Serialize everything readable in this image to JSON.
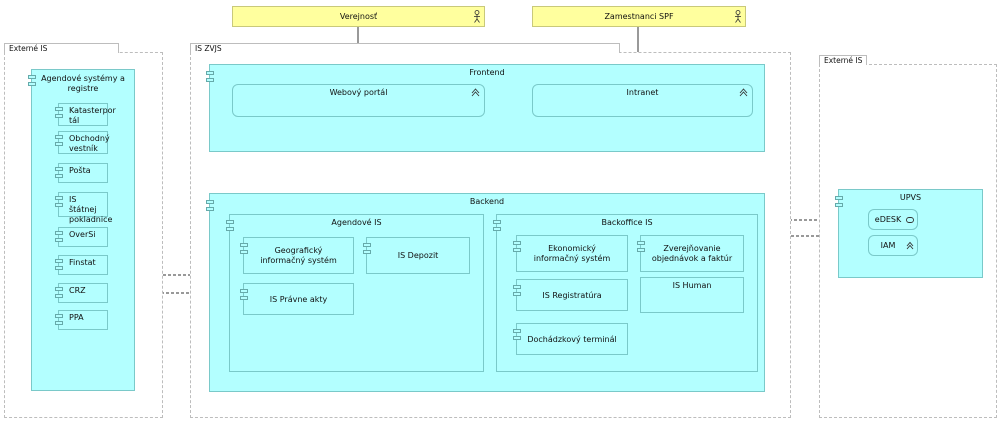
{
  "actors": {
    "verejnost": "Verejnosť",
    "zamestnanci": "Zamestnanci SPF"
  },
  "groups": {
    "externe_left": "Externé IS",
    "is_zvjs": "IS ZVJS",
    "externe_right": "Externé IS"
  },
  "agendove_registre": {
    "title": "Agendové systémy a registre",
    "items": [
      "Katasterpor tál",
      "Obchodný vestník",
      "Pošta",
      "IS štátnej pokladnice",
      "OverSi",
      "Finstat",
      "CRZ",
      "PPA"
    ]
  },
  "frontend": {
    "title": "Frontend",
    "webovy_portal": "Webový portál",
    "intranet": "Intranet"
  },
  "backend": {
    "title": "Backend",
    "agendove_is": {
      "title": "Agendové IS",
      "geo": "Geografický informačný systém",
      "depozit": "IS Depozit",
      "pravne_akty": "IS Právne akty"
    },
    "backoffice_is": {
      "title": "Backoffice IS",
      "ekonomicky": "Ekonomický informačný systém",
      "zverejnovanie": "Zverejňovanie objednávok a faktúr",
      "registratura": "IS Registratúra",
      "human": "IS Human",
      "dochadzkovy": "Dochádzkový terminál"
    }
  },
  "upvs": {
    "title": "UPVS",
    "edesk": "eDESK",
    "iam": "IAM"
  },
  "colors": {
    "component_fill": "#b3ffff",
    "actor_fill": "#ffff9e",
    "group_border": "#bdbdbd"
  }
}
